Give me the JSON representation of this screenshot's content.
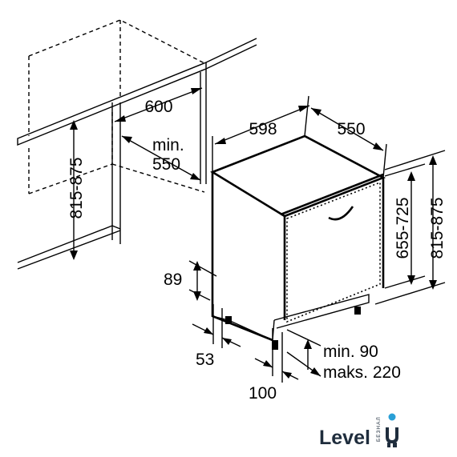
{
  "dimensions": {
    "niche_width": "600",
    "niche_height": "815-875",
    "niche_depth_min_label": "min.",
    "niche_depth_min_value": "550",
    "appliance_width": "598",
    "appliance_depth": "550",
    "door_height": "655-725",
    "total_height": "815-875",
    "plinth_height": "89",
    "plinth_depth": "53",
    "foot_offset": "100",
    "door_gap_min": "min. 90",
    "door_gap_max": "maks. 220"
  },
  "logo": {
    "text": "Level",
    "sub": "БЕЗНАЛ",
    "accent": "#2a9fd6",
    "dark": "#1f2d3d"
  }
}
